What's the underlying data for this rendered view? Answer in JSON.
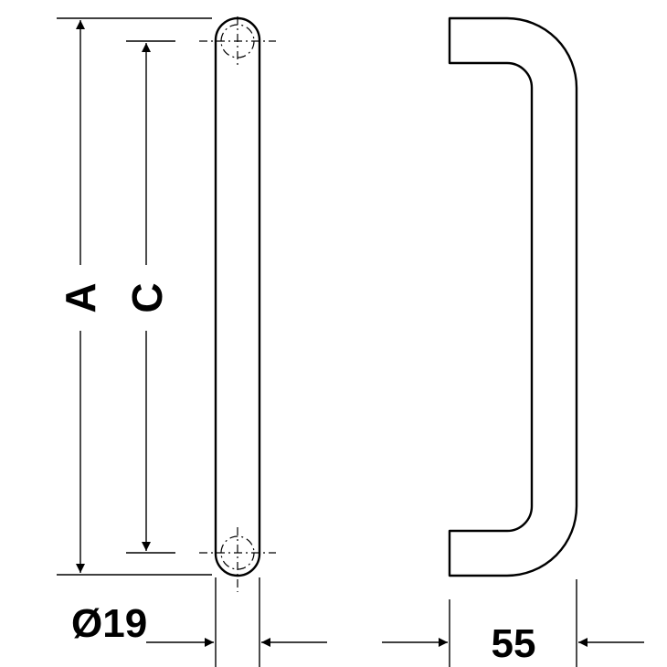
{
  "labels": {
    "overall_length": "A",
    "center_distance": "C",
    "diameter": "Ø19",
    "projection": "55"
  },
  "colors": {
    "line": "#000000",
    "background": "#ffffff"
  }
}
